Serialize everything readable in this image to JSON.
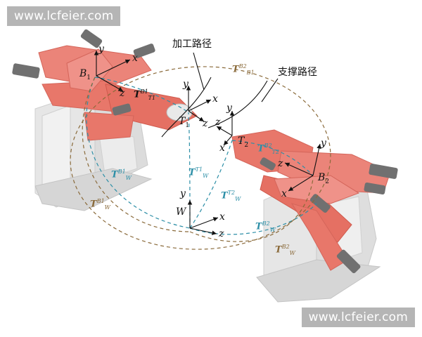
{
  "watermark": {
    "text": "www.lcfeier.com"
  },
  "labels": {
    "machining_path": "加工路径",
    "support_path": "支撑路径"
  },
  "frames": {
    "B1": "B",
    "B1_sub": "1",
    "B2": "B",
    "B2_sub": "2",
    "T1": "T",
    "T1_sub": "1",
    "T2": "T",
    "T2_sub": "2",
    "W": "W"
  },
  "axes": {
    "x": "x",
    "y": "y",
    "z": "z"
  },
  "transforms": {
    "TB2B1": {
      "base": "T",
      "sup": "B2",
      "sub": "B1"
    },
    "TB1T1": {
      "base": "T",
      "sup": "B1",
      "sub": "T1"
    },
    "TWB1_teal": {
      "base": "T",
      "sup": "B1",
      "sub": "W"
    },
    "TWB1_brown": {
      "base": "T",
      "sup": "B1",
      "sub": "W"
    },
    "TWT1": {
      "base": "T",
      "sup": "T1",
      "sub": "W"
    },
    "TWT2": {
      "base": "T",
      "sup": "T2",
      "sub": "W"
    },
    "TB2T2": {
      "base": "T",
      "sup": "B2",
      "sub": "T2"
    },
    "TWB2_teal": {
      "base": "T",
      "sup": "B2",
      "sub": "W"
    },
    "TWB2_brown": {
      "base": "T",
      "sup": "B2",
      "sub": "W"
    }
  },
  "colors": {
    "robot_red": "#e8776a",
    "robot_dark": "#d95a4d",
    "base_gray": "#e4e4e4",
    "base_edge": "#c9c9c9",
    "actuator": "#6e6e6e",
    "teal": "#2d8fa7",
    "brown": "#8a6a3a",
    "watermark_bg": "#b5b5b5"
  }
}
